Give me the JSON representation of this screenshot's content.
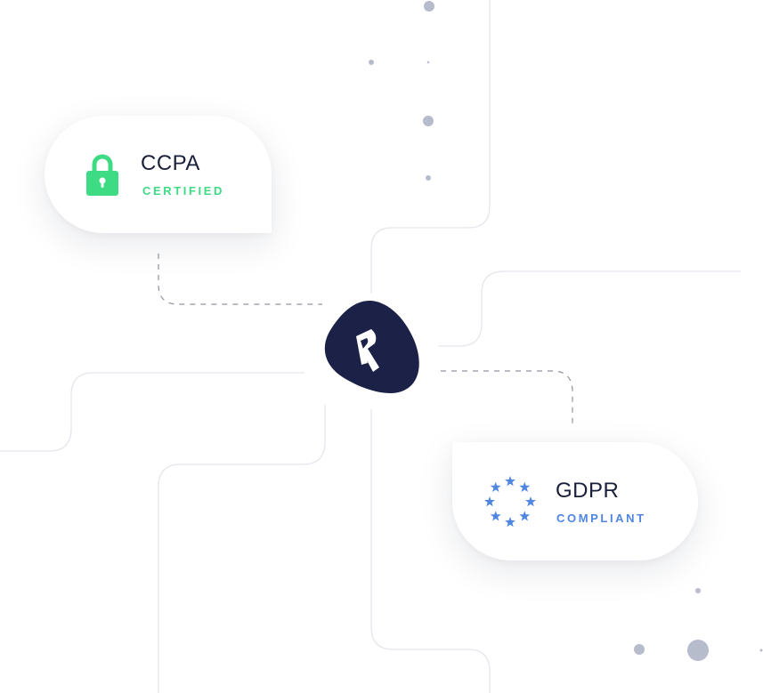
{
  "colors": {
    "background": "#ffffff",
    "lines": "#e4e6ec",
    "dots": "#b7bccd",
    "dashed": "#8f93a0",
    "hub": "#1b2147",
    "ccpa_accent": "#3ddc84",
    "gdpr_accent": "#4f86e0",
    "title_text": "#1a1f3c"
  },
  "hub": {
    "icon": "rudder-logo-icon"
  },
  "cards": {
    "ccpa": {
      "title": "CCPA",
      "subtitle": "CERTIFIED",
      "icon": "padlock-icon"
    },
    "gdpr": {
      "title": "GDPR",
      "subtitle": "COMPLIANT",
      "icon": "eu-stars-icon"
    }
  }
}
